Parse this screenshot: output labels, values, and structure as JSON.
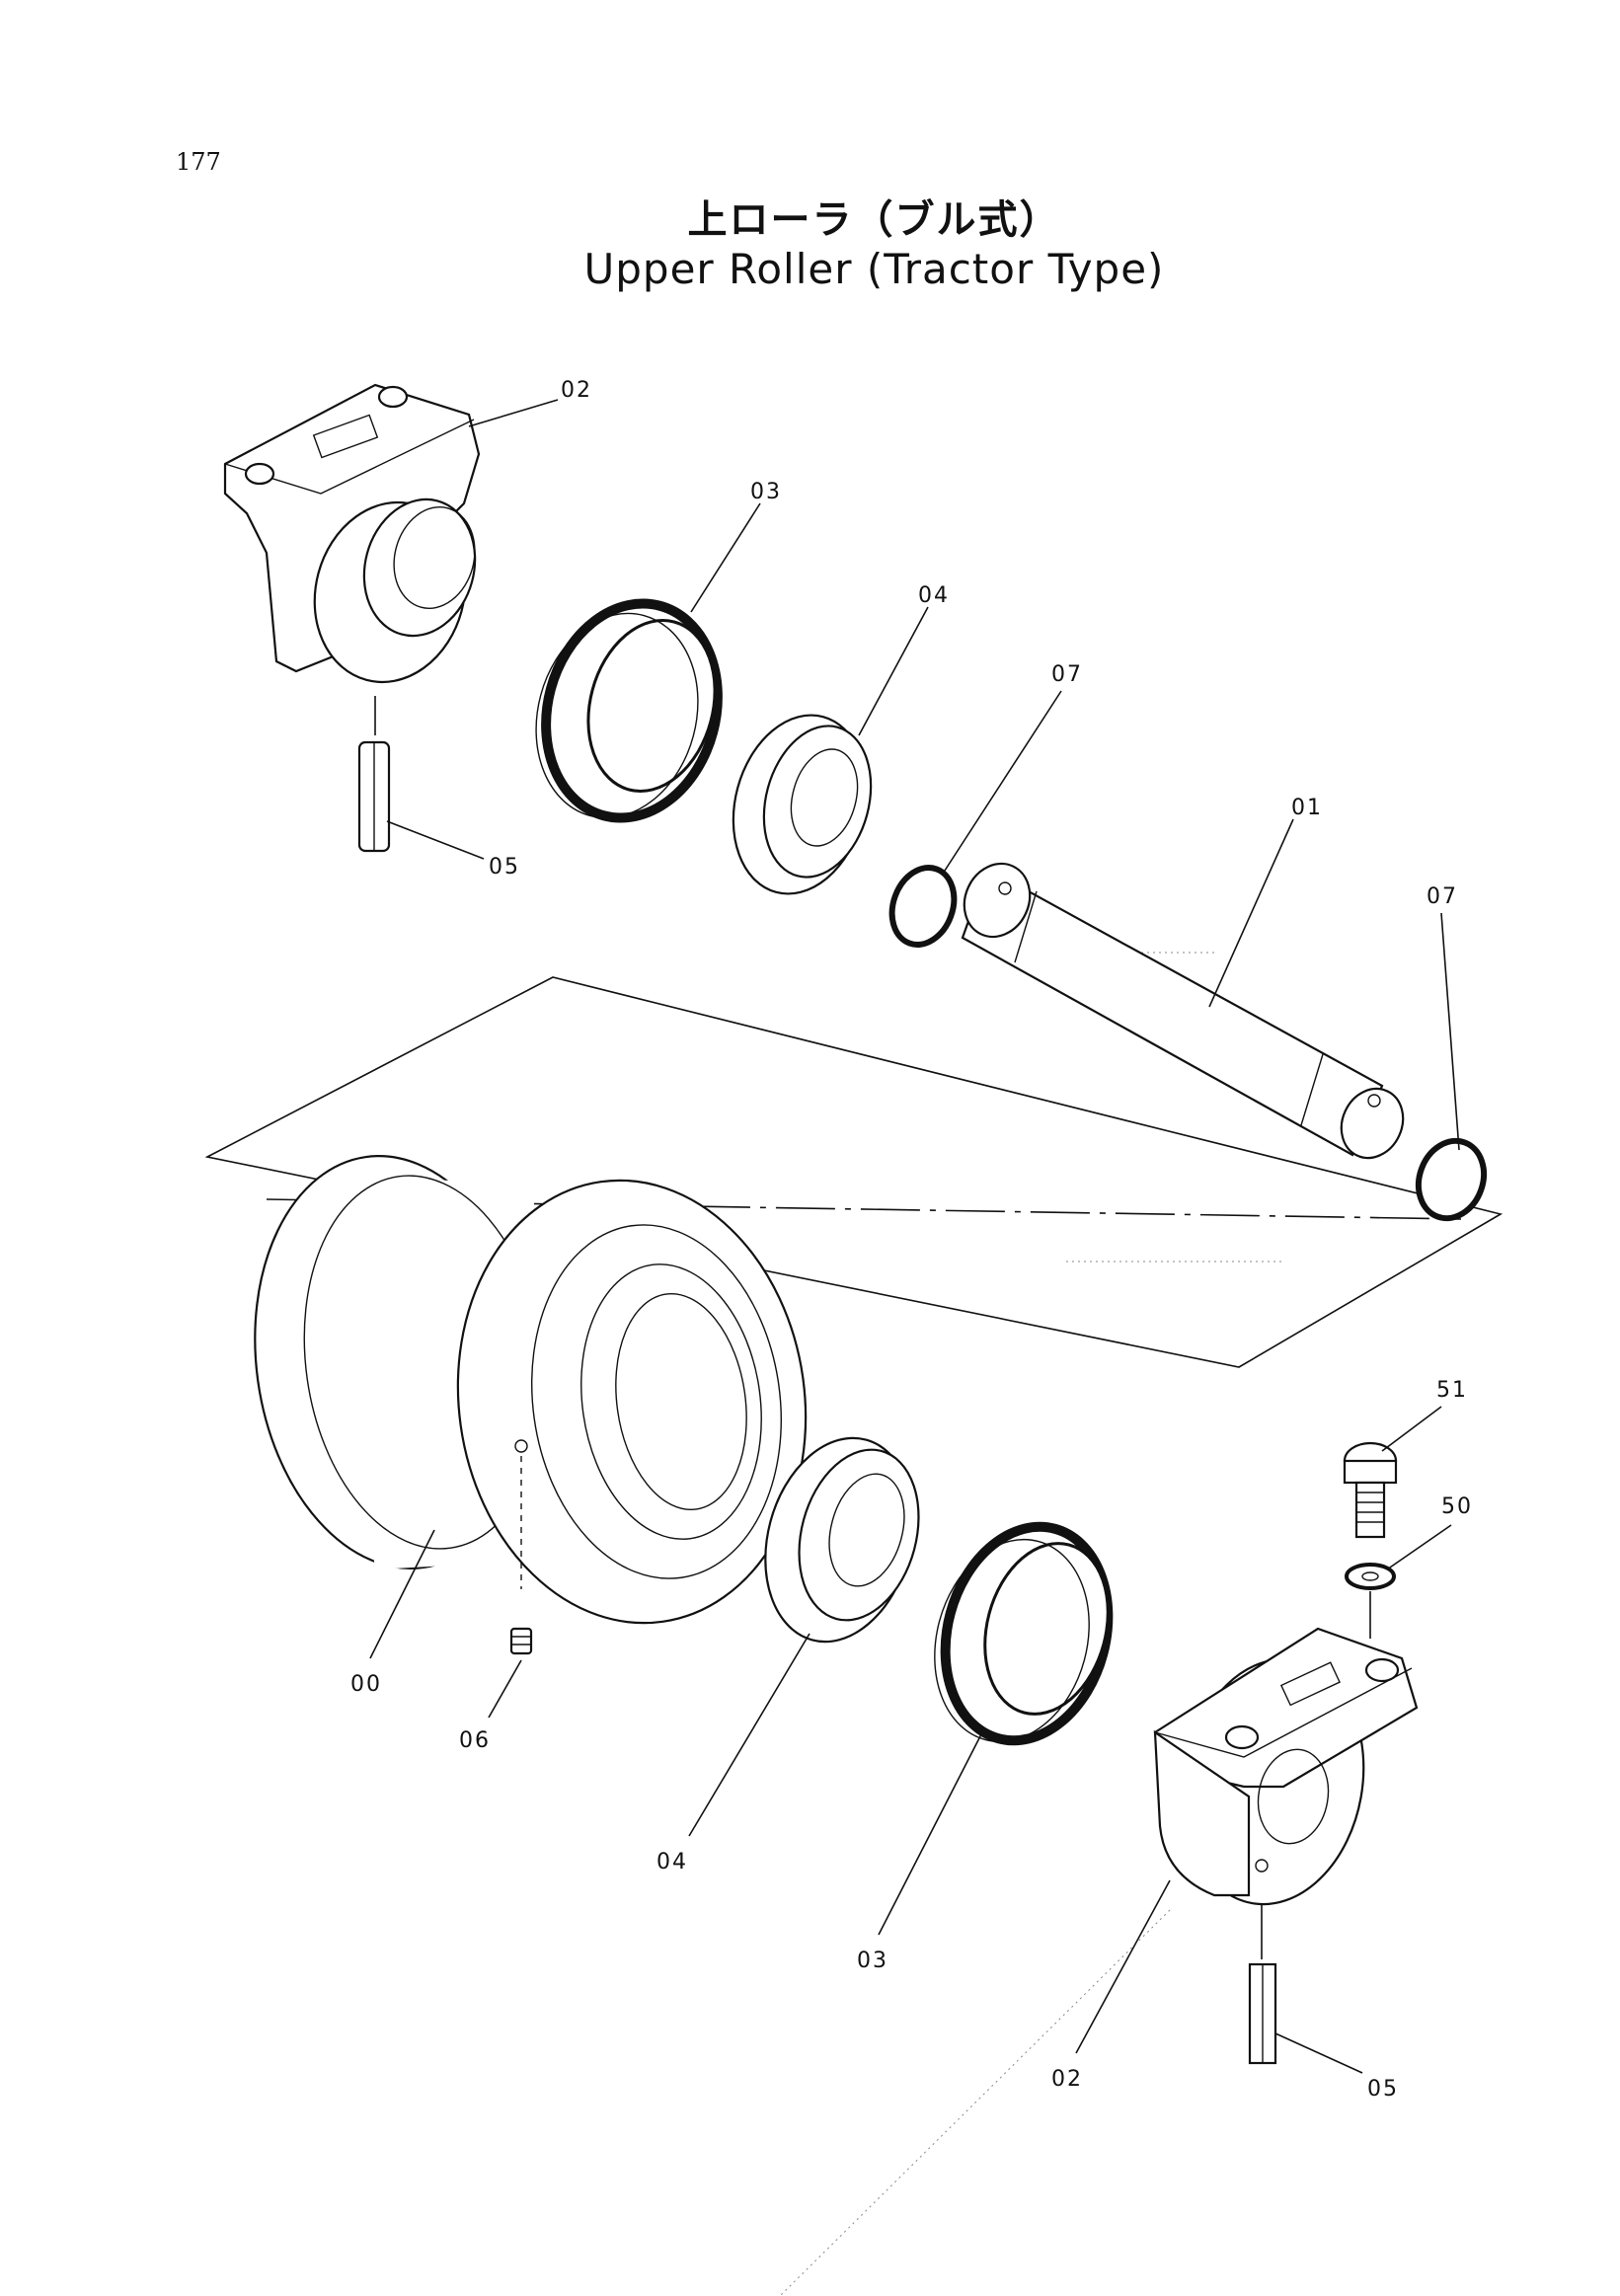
{
  "page": {
    "number": "177",
    "title_jp": "上ローラ（ブル式）",
    "title_en": "Upper Roller (Tractor Type)"
  },
  "parts": {
    "l00": "00",
    "l01": "01",
    "l02a": "02",
    "l02b": "02",
    "l03a": "03",
    "l03b": "03",
    "l04a": "04",
    "l04b": "04",
    "l05a": "05",
    "l05b": "05",
    "l06": "06",
    "l07a": "07",
    "l07b": "07",
    "l50": "50",
    "l51": "51"
  }
}
